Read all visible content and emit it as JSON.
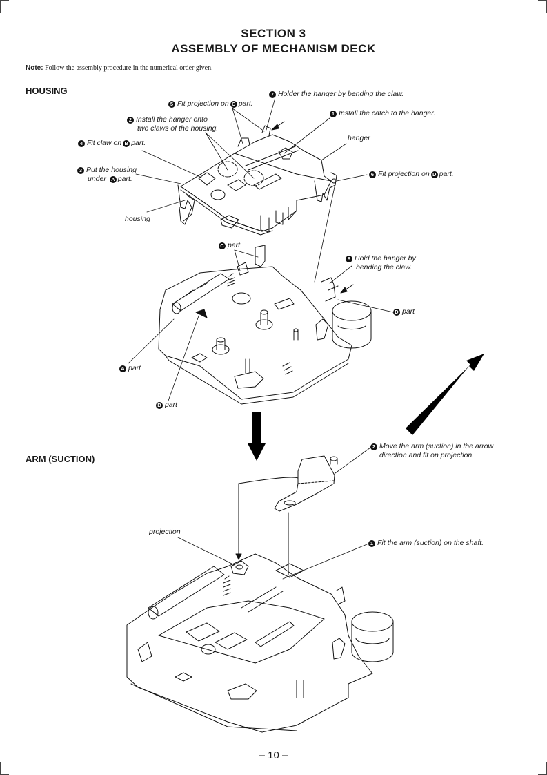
{
  "header": {
    "section": "SECTION 3",
    "title": "ASSEMBLY OF MECHANISM DECK"
  },
  "note": {
    "label": "Note:",
    "text": "Follow the assembly procedure in the numerical order given."
  },
  "housing_section": {
    "heading": "HOUSING",
    "callouts": [
      {
        "step": "7",
        "text": "Holder the hanger  by bending the claw."
      },
      {
        "step": "5",
        "text": "Fit projection on",
        "ref": "C",
        "suffix": "part."
      },
      {
        "step": "1",
        "text": "Install the catch to the hanger."
      },
      {
        "step": "2",
        "line1": "Install the hanger onto",
        "line2": "two claws of the housing."
      },
      {
        "step": "4",
        "text": "Fit claw on",
        "ref": "B",
        "suffix": "part."
      },
      {
        "step": "3",
        "line1": "Put the housing",
        "line2_prefix": "under",
        "ref": "A",
        "line2_suffix": "part."
      },
      {
        "step": "6",
        "text": "Fit projection on",
        "ref": "D",
        "suffix": "part."
      },
      {
        "step": "8",
        "line1": "Hold the hanger by",
        "line2": "bending the claw."
      }
    ],
    "part_labels": {
      "hanger": "hanger",
      "housing": "housing",
      "c_part": {
        "ref": "C",
        "text": "part"
      },
      "d_part": {
        "ref": "D",
        "text": "part"
      },
      "a_part": {
        "ref": "A",
        "text": "part"
      },
      "b_part": {
        "ref": "B",
        "text": "part"
      }
    }
  },
  "arm_section": {
    "heading": "ARM (SUCTION)",
    "callouts": [
      {
        "step": "2",
        "line1": "Move the arm (suction) in the arrow",
        "line2": "direction and fit on projection."
      },
      {
        "step": "1",
        "text": "Fit the arm (suction) on the shaft."
      }
    ],
    "part_labels": {
      "projection": "projection"
    }
  },
  "footer": {
    "page_number": "– 10 –"
  }
}
